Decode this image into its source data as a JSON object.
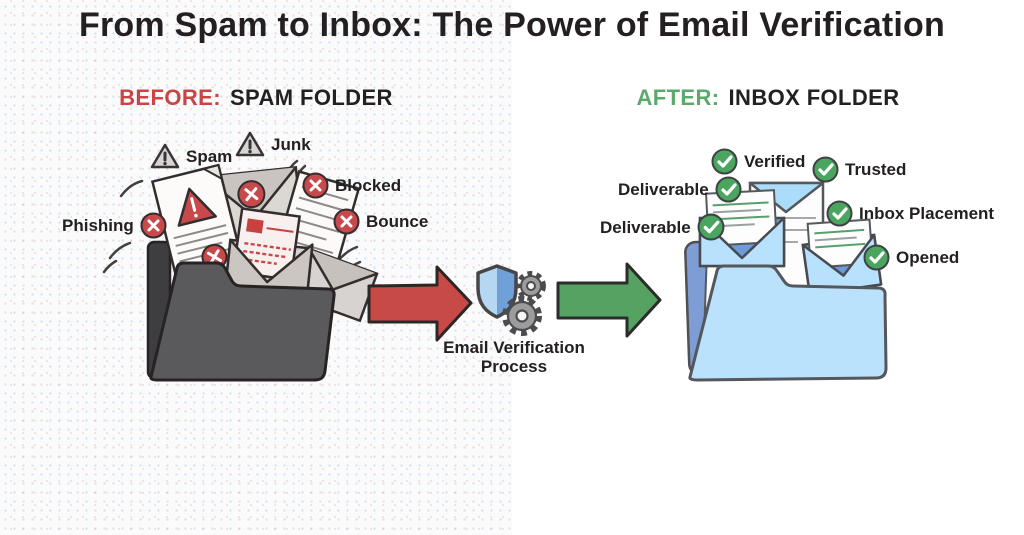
{
  "title": "From Spam to Inbox: The Power of Email Verification",
  "before_section": {
    "heading_prefix": "BEFORE:",
    "heading_rest": "SPAM FOLDER",
    "labels": {
      "spam": "Spam",
      "junk": "Junk",
      "blocked": "Blocked",
      "bounce": "Bounce",
      "phishing": "Phishing"
    },
    "label_icons": {
      "spam": "warning-triangle",
      "junk": "warning-triangle",
      "blocked": "x-circle",
      "bounce": "x-circle",
      "phishing": "x-circle"
    }
  },
  "after_section": {
    "heading_prefix": "AFTER:",
    "heading_rest": "INBOX FOLDER",
    "labels": {
      "verified": "Verified",
      "trusted": "Trusted",
      "deliverable_1": "Deliverable",
      "inbox_placement": "Inbox Placement",
      "deliverable_2": "Deliverable",
      "opened": "Opened"
    },
    "label_icon": "check-circle"
  },
  "process": {
    "caption_line1": "Email Verification",
    "caption_line2": "Process",
    "icons": [
      "shield-icon",
      "gears-icon"
    ]
  },
  "colors": {
    "heading_red": "#c84543",
    "heading_green": "#5baa6b",
    "text_dark": "#242021",
    "badge_red": "#c8494b",
    "badge_green": "#4aa55e",
    "arrow_red": "#c84a47",
    "arrow_green": "#55a262",
    "spam_folder": "#5a595b",
    "inbox_folder": "#bae2fd",
    "inbox_folder_back": "#7e9dd4",
    "shield_blue": "#6fa0d8",
    "shield_blue_light": "#b5d7f1",
    "gear_gray": "#9c9c9c"
  }
}
